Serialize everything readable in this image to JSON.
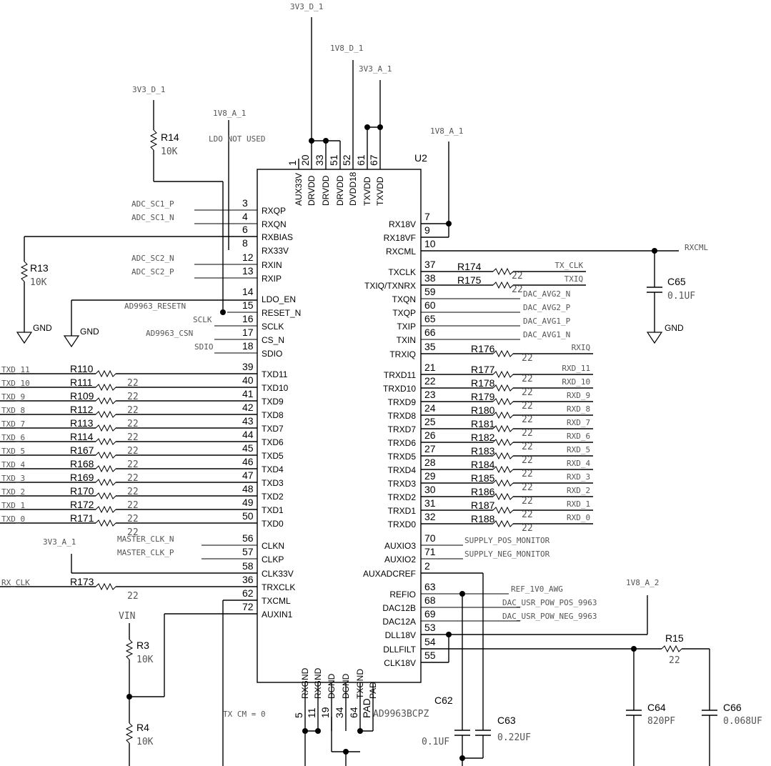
{
  "ic": {
    "ref": "U2",
    "part": "AD9963BCPZ"
  },
  "power_nets": {
    "top_3v3d": "3V3_D_1",
    "top_1v8d": "1V8_D_1",
    "top_3v3a": "3V3_A_1",
    "r14_3v3d": "3V3_D_1",
    "rx33v_1v8a": "1V8_A_1",
    "rx18v_1v8a": "1V8_A_1",
    "clk33v_3v3a": "3V3_A_1",
    "dll_1v8a2": "1V8_A_2",
    "vin": "VIN"
  },
  "notes": {
    "ldo": "LDO NOT USED",
    "txcm": "TX CM = 0"
  },
  "gnd": {
    "r13": "GND",
    "ldo": "GND",
    "c65": "GND"
  },
  "top_pins": [
    {
      "num": "1",
      "name": "AUX33V"
    },
    {
      "num": "20",
      "name": "DRVDD"
    },
    {
      "num": "33",
      "name": "DRVDD"
    },
    {
      "num": "51",
      "name": "DRVDD"
    },
    {
      "num": "52",
      "name": "DVDD18"
    },
    {
      "num": "61",
      "name": "TXVDD"
    },
    {
      "num": "67",
      "name": "TXVDD"
    }
  ],
  "bottom_pins": [
    {
      "num": "5",
      "name": "RXGND"
    },
    {
      "num": "11",
      "name": "RXGND"
    },
    {
      "num": "19",
      "name": "DGND"
    },
    {
      "num": "34",
      "name": "DGND"
    },
    {
      "num": "64",
      "name": "TXGND"
    },
    {
      "num": "PAD",
      "name": "PAD"
    }
  ],
  "left_pins": [
    {
      "num": "3",
      "name": "RXQP",
      "net": "ADC_SC1_P"
    },
    {
      "num": "4",
      "name": "RXQN",
      "net": "ADC_SC1_N"
    },
    {
      "num": "6",
      "name": "RXBIAS",
      "net": ""
    },
    {
      "num": "8",
      "name": "RX33V",
      "net": ""
    },
    {
      "num": "12",
      "name": "RXIN",
      "net": "ADC_SC2_N"
    },
    {
      "num": "13",
      "name": "RXIP",
      "net": "ADC_SC2_P"
    },
    {
      "num": "14",
      "name": "LDO_EN",
      "net": ""
    },
    {
      "num": "15",
      "name": "RESET_N",
      "net": "AD9963_RESETN"
    },
    {
      "num": "16",
      "name": "SCLK",
      "net": "SCLK"
    },
    {
      "num": "17",
      "name": "CS_N",
      "net": "AD9963_CSN"
    },
    {
      "num": "18",
      "name": "SDIO",
      "net": "SDIO"
    },
    {
      "num": "39",
      "name": "TXD11",
      "net": "TXD_11",
      "res": "R110",
      "val": "22"
    },
    {
      "num": "40",
      "name": "TXD10",
      "net": "TXD_10",
      "res": "R111",
      "val": "22"
    },
    {
      "num": "41",
      "name": "TXD9",
      "net": "TXD_9",
      "res": "R109",
      "val": "22"
    },
    {
      "num": "42",
      "name": "TXD8",
      "net": "TXD_8",
      "res": "R112",
      "val": "22"
    },
    {
      "num": "43",
      "name": "TXD7",
      "net": "TXD_7",
      "res": "R113",
      "val": "22"
    },
    {
      "num": "44",
      "name": "TXD6",
      "net": "TXD_6",
      "res": "R114",
      "val": "22"
    },
    {
      "num": "45",
      "name": "TXD5",
      "net": "TXD_5",
      "res": "R167",
      "val": "22"
    },
    {
      "num": "46",
      "name": "TXD4",
      "net": "TXD_4",
      "res": "R168",
      "val": "22"
    },
    {
      "num": "47",
      "name": "TXD3",
      "net": "TXD_3",
      "res": "R169",
      "val": "22"
    },
    {
      "num": "48",
      "name": "TXD2",
      "net": "TXD_2",
      "res": "R170",
      "val": "22"
    },
    {
      "num": "49",
      "name": "TXD1",
      "net": "TXD_1",
      "res": "R172",
      "val": "22"
    },
    {
      "num": "50",
      "name": "TXD0",
      "net": "TXD_0",
      "res": "R171",
      "val": "22"
    },
    {
      "num": "56",
      "name": "CLKN",
      "net": "MASTER_CLK_N"
    },
    {
      "num": "57",
      "name": "CLKP",
      "net": "MASTER_CLK_P"
    },
    {
      "num": "58",
      "name": "CLK33V",
      "net": ""
    },
    {
      "num": "36",
      "name": "TRXCLK",
      "net": "RX_CLK",
      "res": "R173",
      "val": "22"
    },
    {
      "num": "62",
      "name": "TXCML",
      "net": ""
    },
    {
      "num": "72",
      "name": "AUXIN1",
      "net": ""
    }
  ],
  "right_pins": [
    {
      "num": "7",
      "name": "RX18V",
      "net": ""
    },
    {
      "num": "9",
      "name": "RX18VF",
      "net": ""
    },
    {
      "num": "10",
      "name": "RXCML",
      "net": "RXCML"
    },
    {
      "num": "37",
      "name": "TXCLK",
      "net": "TX_CLK",
      "res": "R174",
      "val": "22"
    },
    {
      "num": "38",
      "name": "TXIQ/TXNRX",
      "net": "TXIQ",
      "res": "R175",
      "val": "22"
    },
    {
      "num": "59",
      "name": "TXQN",
      "net": "DAC_AVG2_N"
    },
    {
      "num": "60",
      "name": "TXQP",
      "net": "DAC_AVG2_P"
    },
    {
      "num": "65",
      "name": "TXIP",
      "net": "DAC_AVG1_P"
    },
    {
      "num": "66",
      "name": "TXIN",
      "net": "DAC_AVG1_N"
    },
    {
      "num": "35",
      "name": "TRXIQ",
      "net": "RXIQ",
      "res": "R176",
      "val": "22"
    },
    {
      "num": "21",
      "name": "TRXD11",
      "net": "RXD_11",
      "res": "R177",
      "val": "22"
    },
    {
      "num": "22",
      "name": "TRXD10",
      "net": "RXD_10",
      "res": "R178",
      "val": "22"
    },
    {
      "num": "23",
      "name": "TRXD9",
      "net": "RXD_9",
      "res": "R179",
      "val": "22"
    },
    {
      "num": "24",
      "name": "TRXD8",
      "net": "RXD_8",
      "res": "R180",
      "val": "22"
    },
    {
      "num": "25",
      "name": "TRXD7",
      "net": "RXD_7",
      "res": "R181",
      "val": "22"
    },
    {
      "num": "26",
      "name": "TRXD6",
      "net": "RXD_6",
      "res": "R182",
      "val": "22"
    },
    {
      "num": "27",
      "name": "TRXD5",
      "net": "RXD_5",
      "res": "R183",
      "val": "22"
    },
    {
      "num": "28",
      "name": "TRXD4",
      "net": "RXD_4",
      "res": "R184",
      "val": "22"
    },
    {
      "num": "29",
      "name": "TRXD3",
      "net": "RXD_3",
      "res": "R185",
      "val": "22"
    },
    {
      "num": "30",
      "name": "TRXD2",
      "net": "RXD_2",
      "res": "R186",
      "val": "22"
    },
    {
      "num": "31",
      "name": "TRXD1",
      "net": "RXD_1",
      "res": "R187",
      "val": "22"
    },
    {
      "num": "32",
      "name": "TRXD0",
      "net": "RXD_0",
      "res": "R188",
      "val": "22"
    },
    {
      "num": "70",
      "name": "AUXIO3",
      "net": "SUPPLY_POS_MONITOR"
    },
    {
      "num": "71",
      "name": "AUXIO2",
      "net": "SUPPLY_NEG_MONITOR"
    },
    {
      "num": "2",
      "name": "AUXADCREF",
      "net": ""
    },
    {
      "num": "63",
      "name": "REFIO",
      "net": "REF_1V0_AWG"
    },
    {
      "num": "68",
      "name": "DAC12B",
      "net": "DAC_USR_POW_POS_9963"
    },
    {
      "num": "69",
      "name": "DAC12A",
      "net": "DAC_USR_POW_NEG_9963"
    },
    {
      "num": "53",
      "name": "DLL18V",
      "net": ""
    },
    {
      "num": "54",
      "name": "DLLFILT",
      "net": ""
    },
    {
      "num": "55",
      "name": "CLK18V",
      "net": ""
    }
  ],
  "passives": {
    "r14": {
      "ref": "R14",
      "val": "10K"
    },
    "r13": {
      "ref": "R13",
      "val": "10K"
    },
    "r3": {
      "ref": "R3",
      "val": "10K"
    },
    "r4": {
      "ref": "R4",
      "val": "10K"
    },
    "r15": {
      "ref": "R15",
      "val": "22"
    },
    "c65": {
      "ref": "C65",
      "val": "0.1UF"
    },
    "c62": {
      "ref": "C62",
      "val": "0.1UF"
    },
    "c63": {
      "ref": "C63",
      "val": "0.22UF"
    },
    "c64": {
      "ref": "C64",
      "val": "820PF"
    },
    "c66": {
      "ref": "C66",
      "val": "0.068UF"
    }
  }
}
